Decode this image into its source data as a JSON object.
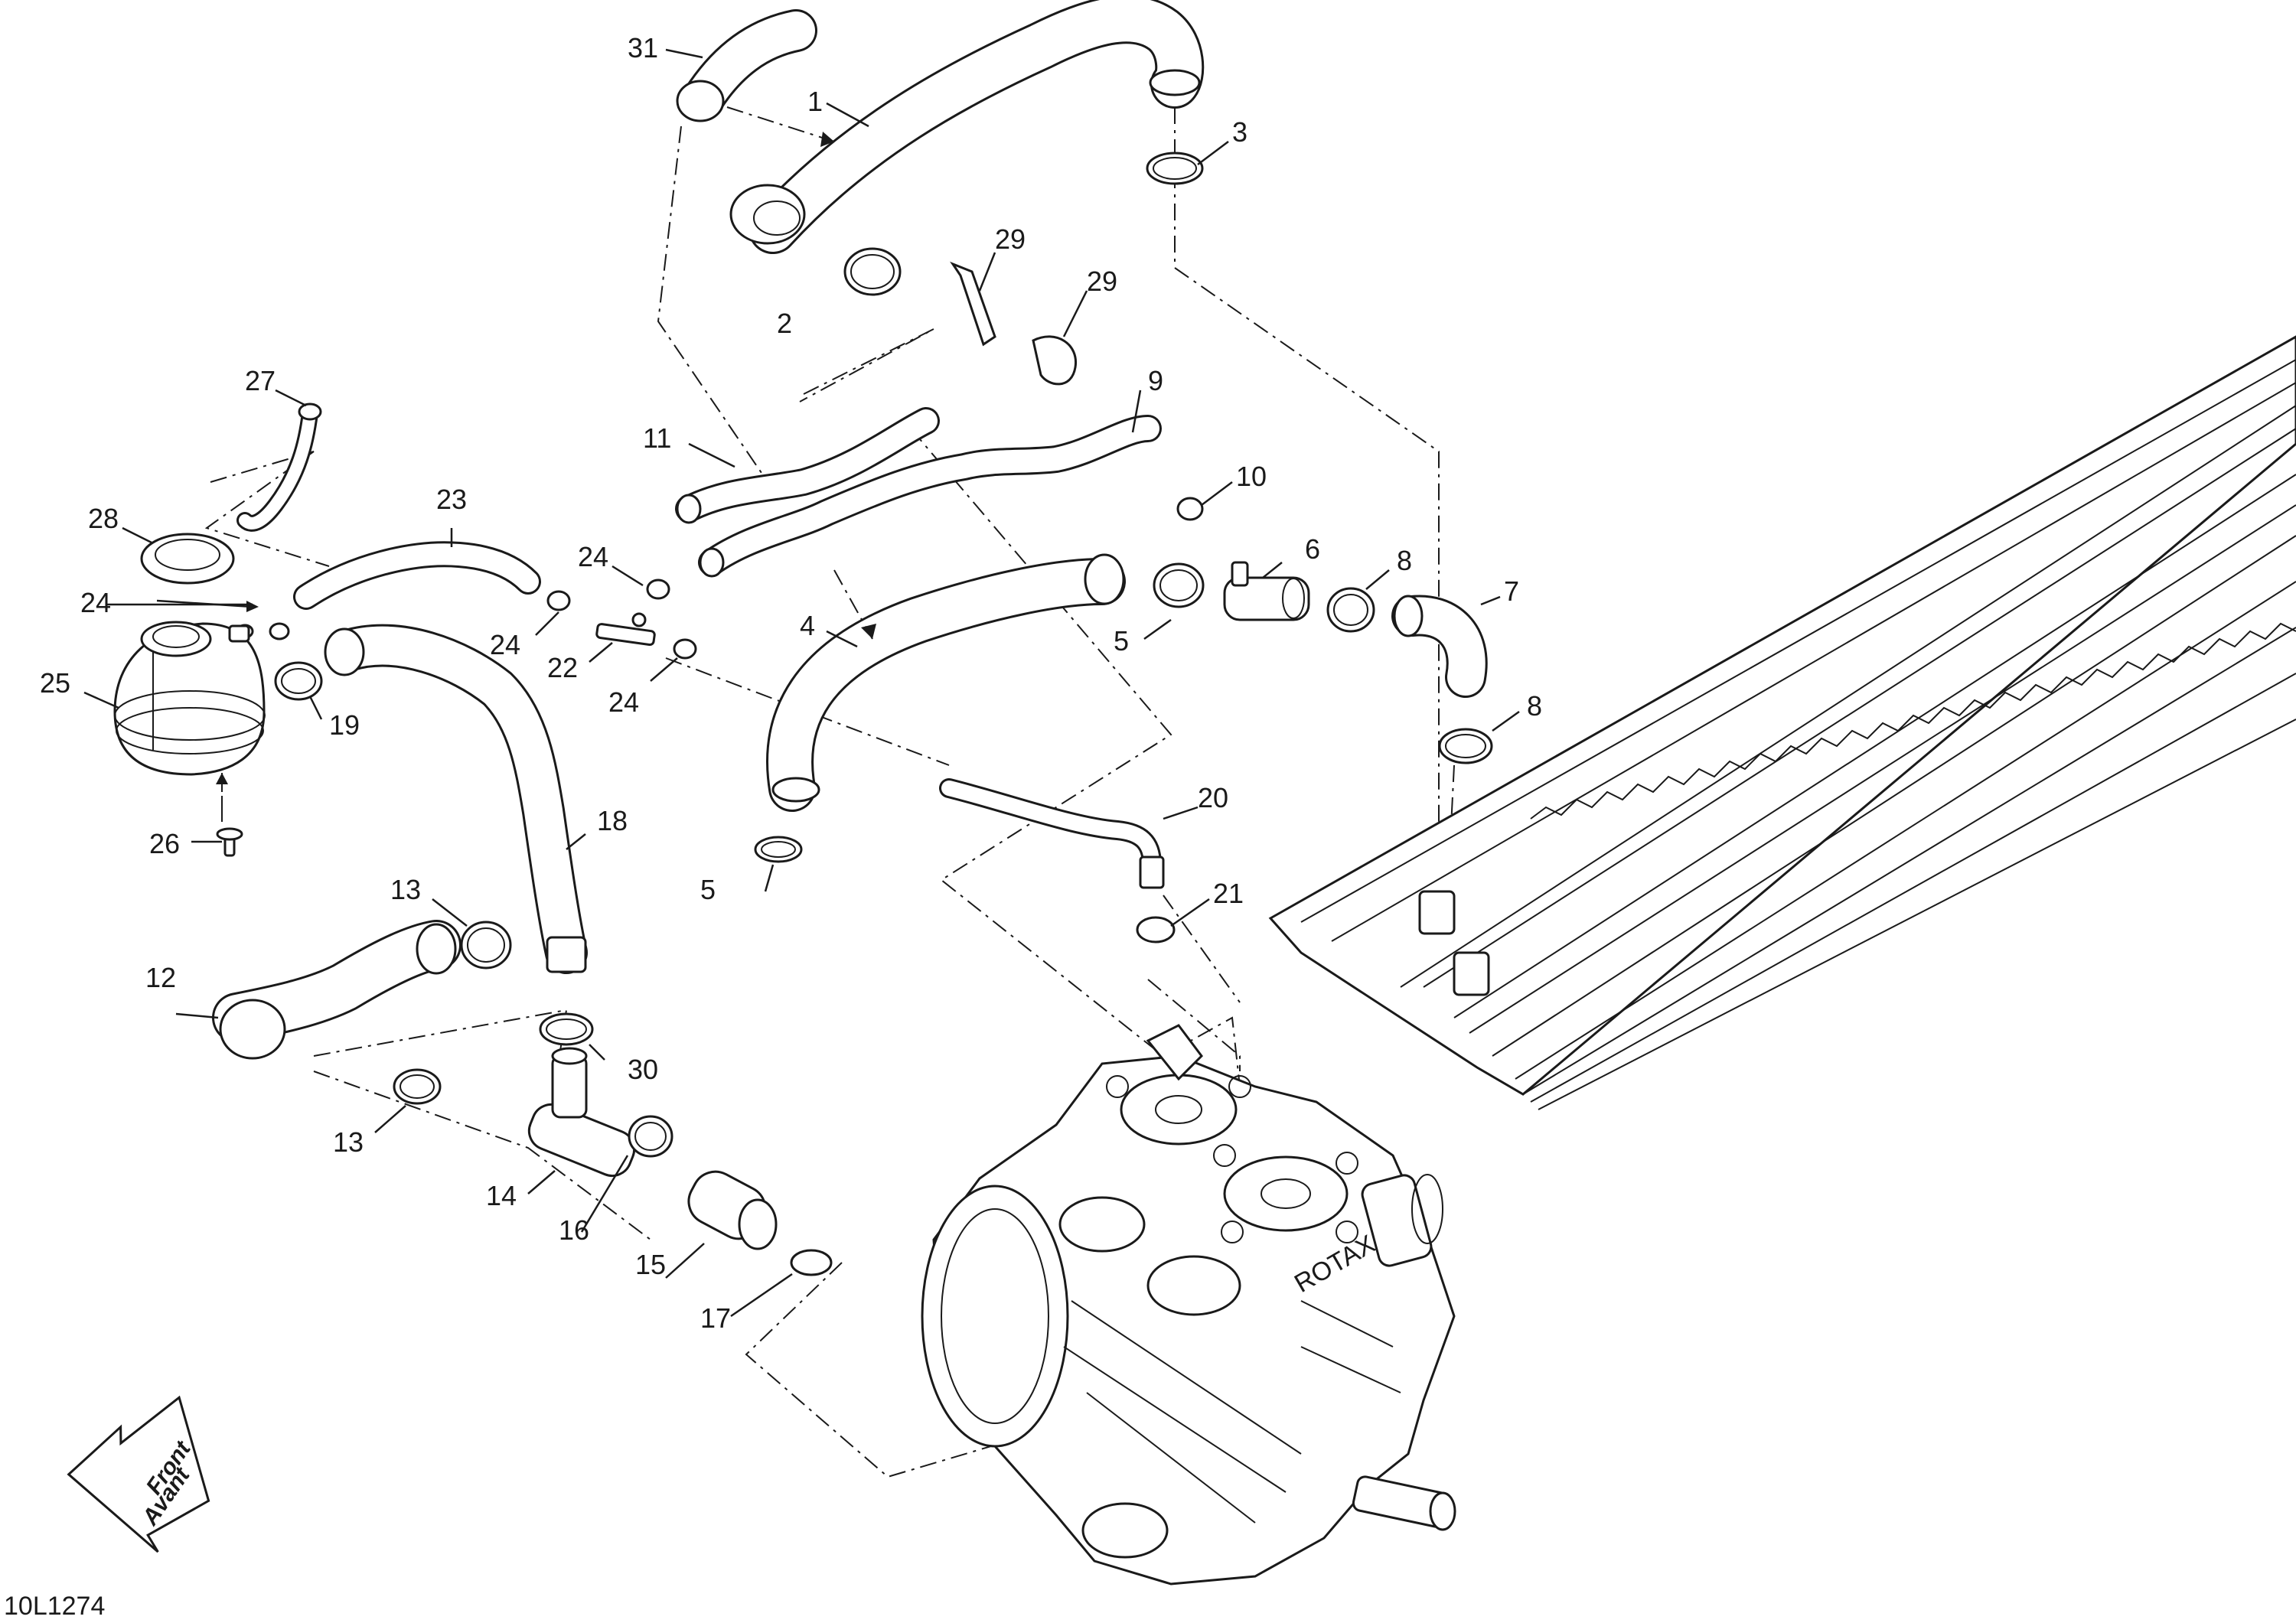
{
  "diagram": {
    "reference_code": "10L1274",
    "direction_labels": [
      "Front",
      "Avant"
    ],
    "engine_label": "ROTAX",
    "callouts": [
      "1",
      "2",
      "3",
      "4",
      "5",
      "6",
      "7",
      "8",
      "9",
      "10",
      "11",
      "12",
      "13",
      "14",
      "15",
      "16",
      "17",
      "18",
      "19",
      "20",
      "21",
      "22",
      "23",
      "24",
      "25",
      "26",
      "27",
      "28",
      "29",
      "30",
      "31"
    ]
  }
}
